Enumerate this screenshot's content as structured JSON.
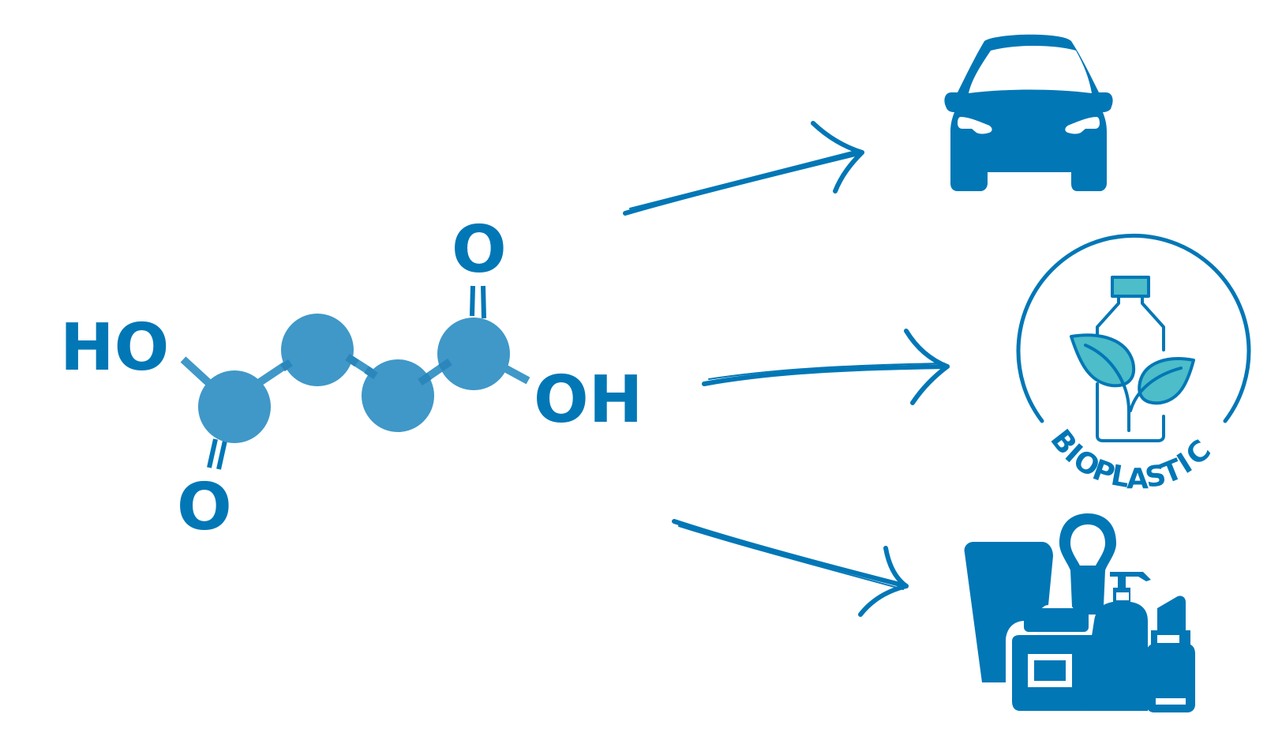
{
  "molecule": {
    "labels": {
      "ho": "HO",
      "oh": "OH",
      "o_top": "O",
      "o_bottom": "O"
    }
  },
  "applications": [
    {
      "icon": "car-icon"
    },
    {
      "icon": "bioplastic-bottle-icon",
      "label": "BIOPLASTIC"
    },
    {
      "icon": "cosmetic-bottles-icon"
    }
  ],
  "colors": {
    "primary": "#0277b6",
    "atom": "#3f98c8",
    "leaf": "#4cbdc9"
  }
}
